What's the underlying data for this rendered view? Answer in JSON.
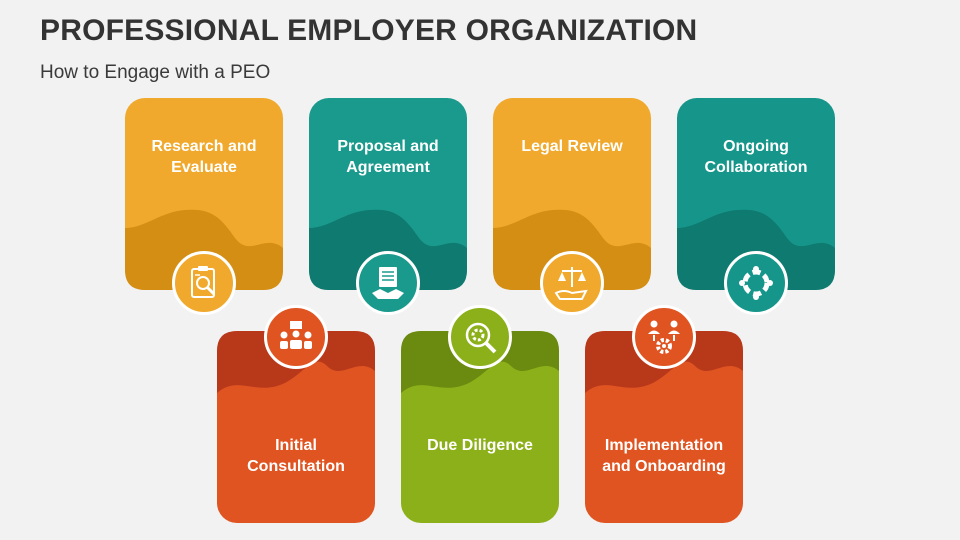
{
  "header": {
    "title": "PROFESSIONAL EMPLOYER ORGANIZATION",
    "subtitle": "How to Engage with a PEO"
  },
  "steps": [
    {
      "label_line1": "Research and",
      "label_line2": "Evaluate",
      "icon": "clipboard-search-icon",
      "color": "#f0a92c",
      "dark": "#d48e14"
    },
    {
      "label_line1": "Initial",
      "label_line2": "Consultation",
      "icon": "meeting-presentation-icon",
      "color": "#e05422",
      "dark": "#b8391a"
    },
    {
      "label_line1": "Proposal and",
      "label_line2": "Agreement",
      "icon": "handshake-document-icon",
      "color": "#1a9a8c",
      "dark": "#0f7a70"
    },
    {
      "label_line1": "Due Diligence",
      "label_line2": "",
      "icon": "gear-magnifier-icon",
      "color": "#8cb019",
      "dark": "#6a8a10"
    },
    {
      "label_line1": "Legal Review",
      "label_line2": "",
      "icon": "scales-hand-icon",
      "color": "#f0a92c",
      "dark": "#d48e14"
    },
    {
      "label_line1": "Implementation",
      "label_line2": "and Onboarding",
      "icon": "team-gear-icon",
      "color": "#e05422",
      "dark": "#b8391a"
    },
    {
      "label_line1": "Ongoing",
      "label_line2": "Collaboration",
      "icon": "linked-hands-circle-icon",
      "color": "#16968a",
      "dark": "#0f7a70"
    }
  ]
}
